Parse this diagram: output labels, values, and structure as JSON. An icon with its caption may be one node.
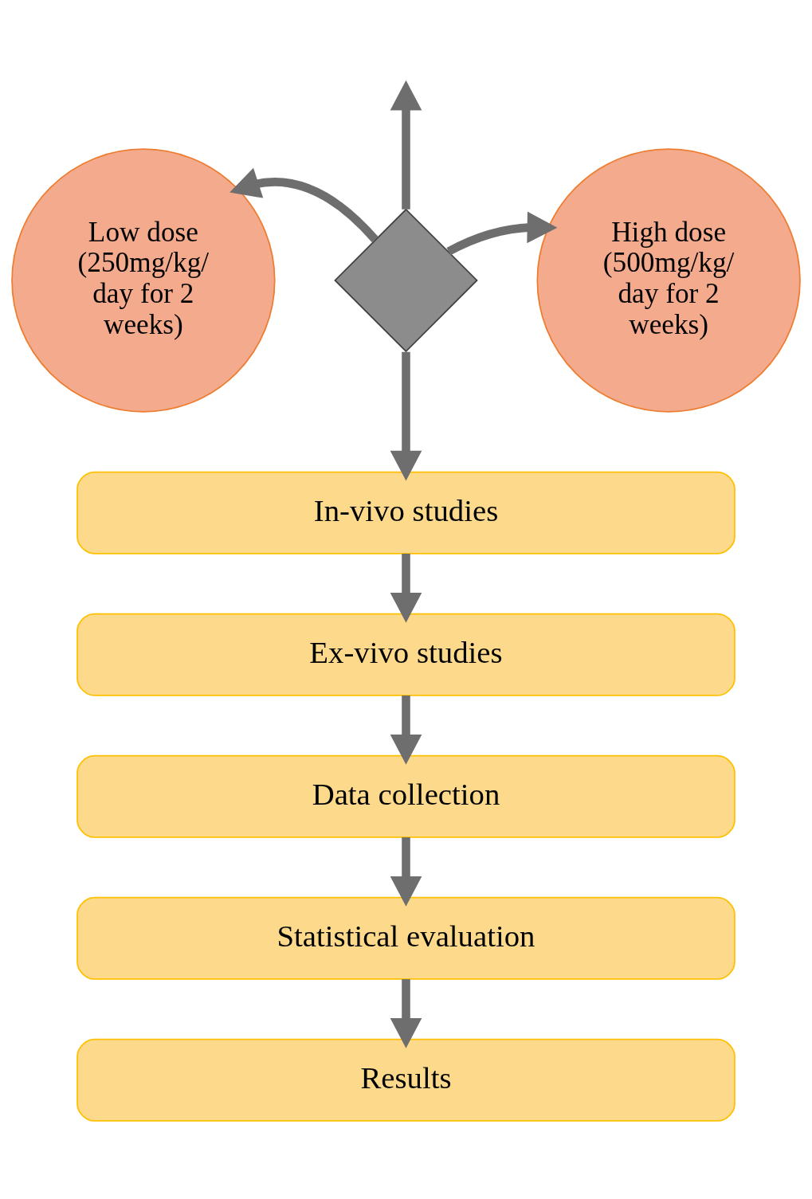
{
  "diagram": {
    "nodes": [
      {
        "text": [
          "Low dose (250mg/kg/ day for 2 weeks)"
        ]
      },
      {
        "text": [
          "High dose (500mg/kg/ day for 2 weeks)"
        ]
      },
      {
        "text": [],
        "shape": "cross"
      },
      {
        "text": [
          "In-vivo studies"
        ]
      },
      {
        "text": [
          "Ex-vivo studies"
        ]
      },
      {
        "text": [
          "Data collection"
        ]
      },
      {
        "text": [
          "Statistical evaluation"
        ]
      },
      {
        "text": [
          "Results"
        ]
      }
    ],
    "edges": [
      {
        "from": 2,
        "to": 0,
        "arrow": "to"
      },
      {
        "from": 2,
        "to": 1,
        "arrow": "to"
      },
      {
        "from": 2,
        "to": null,
        "arrow": "to"
      },
      {
        "from": 2,
        "to": 3,
        "arrow": "to"
      },
      {
        "from": 3,
        "to": 4,
        "arrow": "to"
      },
      {
        "from": 4,
        "to": 5,
        "arrow": "to"
      },
      {
        "from": 5,
        "to": 6,
        "arrow": "to"
      },
      {
        "from": 6,
        "to": 7,
        "arrow": "to"
      }
    ]
  }
}
